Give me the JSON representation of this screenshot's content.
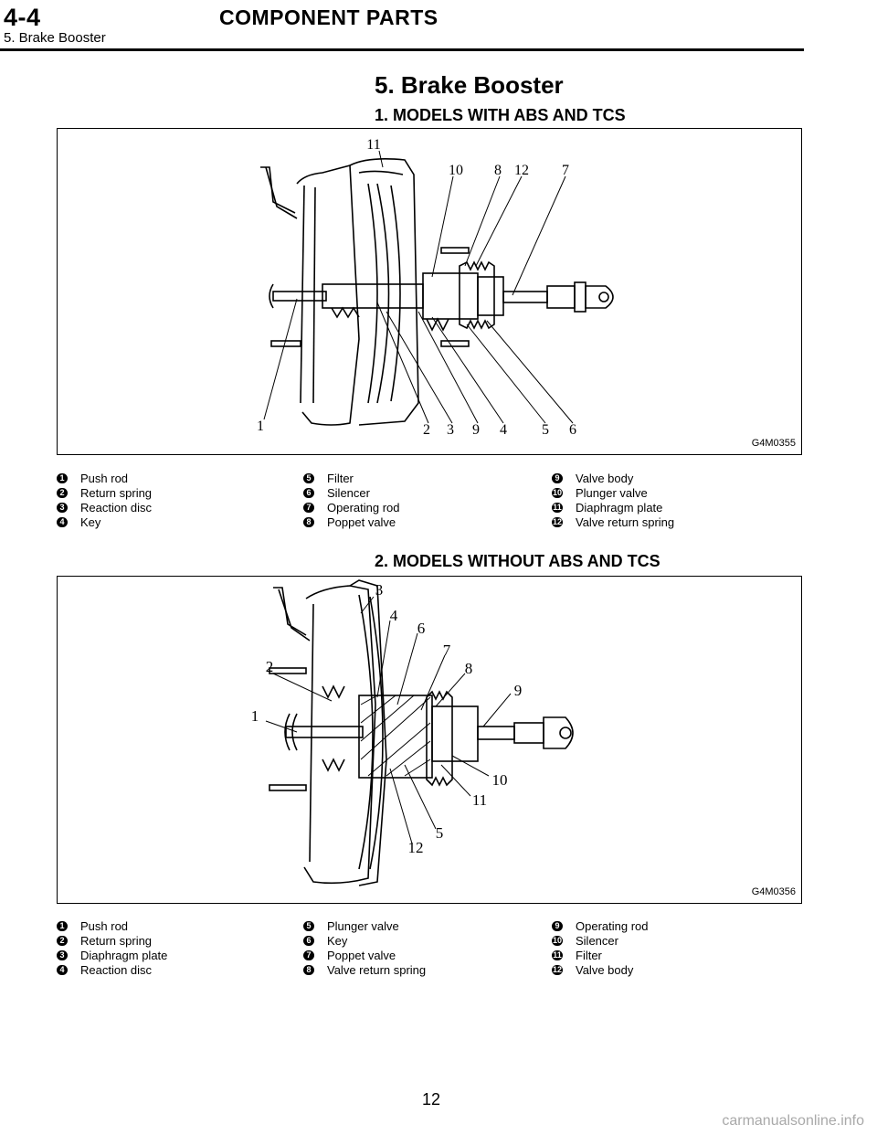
{
  "header": {
    "section_number": "4-4",
    "section_title": "COMPONENT PARTS",
    "subsection": "5. Brake Booster"
  },
  "page_title": "5. Brake Booster",
  "sections": [
    {
      "heading": "1. MODELS WITH ABS AND TCS",
      "figure_code": "G4M0355",
      "callouts": [
        "1",
        "2",
        "3",
        "9",
        "4",
        "5",
        "6",
        "11",
        "10",
        "8",
        "12",
        "7"
      ],
      "legend": [
        {
          "num": "1",
          "label": "Push rod"
        },
        {
          "num": "2",
          "label": "Return spring"
        },
        {
          "num": "3",
          "label": "Reaction disc"
        },
        {
          "num": "4",
          "label": "Key"
        },
        {
          "num": "5",
          "label": "Filter"
        },
        {
          "num": "6",
          "label": "Silencer"
        },
        {
          "num": "7",
          "label": "Operating rod"
        },
        {
          "num": "8",
          "label": "Poppet valve"
        },
        {
          "num": "9",
          "label": "Valve body"
        },
        {
          "num": "10",
          "label": "Plunger valve"
        },
        {
          "num": "11",
          "label": "Diaphragm plate"
        },
        {
          "num": "12",
          "label": "Valve return spring"
        }
      ]
    },
    {
      "heading": "2. MODELS WITHOUT ABS AND TCS",
      "figure_code": "G4M0356",
      "callouts": [
        "3",
        "4",
        "6",
        "2",
        "7",
        "8",
        "1",
        "9",
        "10",
        "11",
        "5",
        "12"
      ],
      "legend": [
        {
          "num": "1",
          "label": "Push rod"
        },
        {
          "num": "2",
          "label": "Return spring"
        },
        {
          "num": "3",
          "label": "Diaphragm plate"
        },
        {
          "num": "4",
          "label": "Reaction disc"
        },
        {
          "num": "5",
          "label": "Plunger valve"
        },
        {
          "num": "6",
          "label": "Key"
        },
        {
          "num": "7",
          "label": "Poppet valve"
        },
        {
          "num": "8",
          "label": "Valve return spring"
        },
        {
          "num": "9",
          "label": "Operating rod"
        },
        {
          "num": "10",
          "label": "Silencer"
        },
        {
          "num": "11",
          "label": "Filter"
        },
        {
          "num": "12",
          "label": "Valve body"
        }
      ]
    }
  ],
  "page_number": "12",
  "watermark": "carmanualsonline.info"
}
